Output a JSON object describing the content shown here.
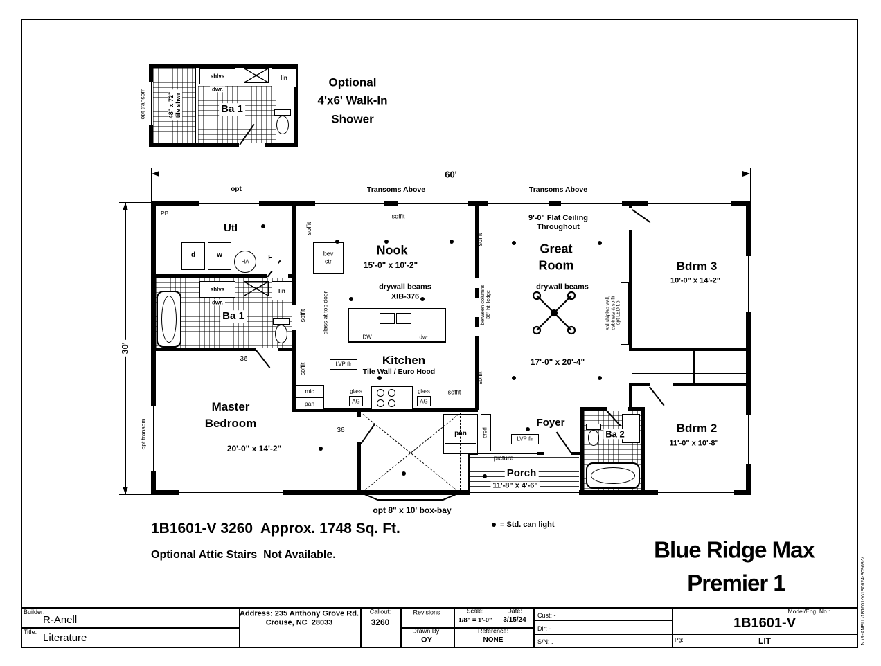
{
  "detail": {
    "title": "Optional\n4'x6' Walk-In\nShower",
    "shower": "48\" x 72\"\ntile shwr"
  },
  "dims": {
    "width": "60'",
    "height": "30'"
  },
  "header": {
    "opt": "opt",
    "transoms": "Transoms Above"
  },
  "rooms": {
    "utl": {
      "name": "Utl"
    },
    "nook": {
      "name": "Nook",
      "size": "15'-0\" x 10'-2\""
    },
    "great": {
      "name": "Great\nRoom",
      "ceiling": "9'-0\" Flat Ceiling\nThroughout",
      "beams": "drywall beams",
      "size": "17'-0\" x 20'-4\""
    },
    "bdrm3": {
      "name": "Bdrm 3",
      "size": "10'-0\" x 14'-2\""
    },
    "ba1": {
      "name": "Ba 1"
    },
    "kitchen": {
      "name": "Kitchen",
      "sub": "Tile Wall / Euro Hood",
      "beams": "drywall beams",
      "beams_model": "XIB-376"
    },
    "master": {
      "name": "Master\nBedroom",
      "size": "20'-0\" x 14'-2\""
    },
    "foyer": {
      "name": "Foyer"
    },
    "ba2": {
      "name": "Ba 2"
    },
    "bdrm2": {
      "name": "Bdrm 2",
      "size": "11'-0\" x 10'-8\""
    },
    "porch": {
      "name": "Porch",
      "size": "11'-8\" x 4'-6\""
    }
  },
  "ann": {
    "pb": "PB",
    "d": "d",
    "w": "w",
    "ha": "HA",
    "f": "F",
    "soffit": "soffit",
    "bev": "bev\nctr",
    "shlvs": "shlvs",
    "dwr_dot": "dwr.",
    "dwr": "dwr",
    "lin": "lin",
    "glass_door": "glass at top door",
    "lvp": "LVP flr",
    "mic": "mic",
    "pan": "pan",
    "glass": "glass",
    "ag": "AG",
    "dw": "DW",
    "cred": "cred",
    "picture": "picture",
    "columns": "between columns\n36\" ht. ledge",
    "shiplap": "std shiplap wall,\ncabinets & soffit\nopt LED f.p",
    "n36": "36",
    "opt_transom": "opt transom",
    "boxbay": "opt 8\" x 10' box-bay",
    "canlight": "= Std. can light"
  },
  "footer": {
    "line1": "1B1601-V 3260  Approx. 1748 Sq. Ft.",
    "line2": "Optional Attic Stairs  Not Available.",
    "brand1": "Blue Ridge Max",
    "brand2": "Premier 1",
    "side": "N:\\R-ANELL\\1B1601-V\\1B0624-B0968-V"
  },
  "titleblock": {
    "builder_label": "Builder:",
    "builder": "R-Anell",
    "title_label": "Title:",
    "title": "Literature",
    "address1": "Address: 235 Anthony Grove Rd.",
    "address2": "Crouse, NC  28033",
    "callout_label": "Callout:",
    "callout": "3260",
    "revisions_label": "Revisions",
    "drawnby_label": "Drawn By:",
    "drawnby": "OY",
    "scale_label": "Scale:",
    "scale": "1/8\" = 1'-0\"",
    "date_label": "Date:",
    "date": "3/15/24",
    "reference_label": "Reference:",
    "reference": "NONE",
    "cust": "Cust: -",
    "dir": "Dir: -",
    "sn": "S/N: .",
    "model_label": "Model/Eng. No.:",
    "model": "1B1601-V",
    "lit": "LIT",
    "pg_label": "Pg:"
  }
}
